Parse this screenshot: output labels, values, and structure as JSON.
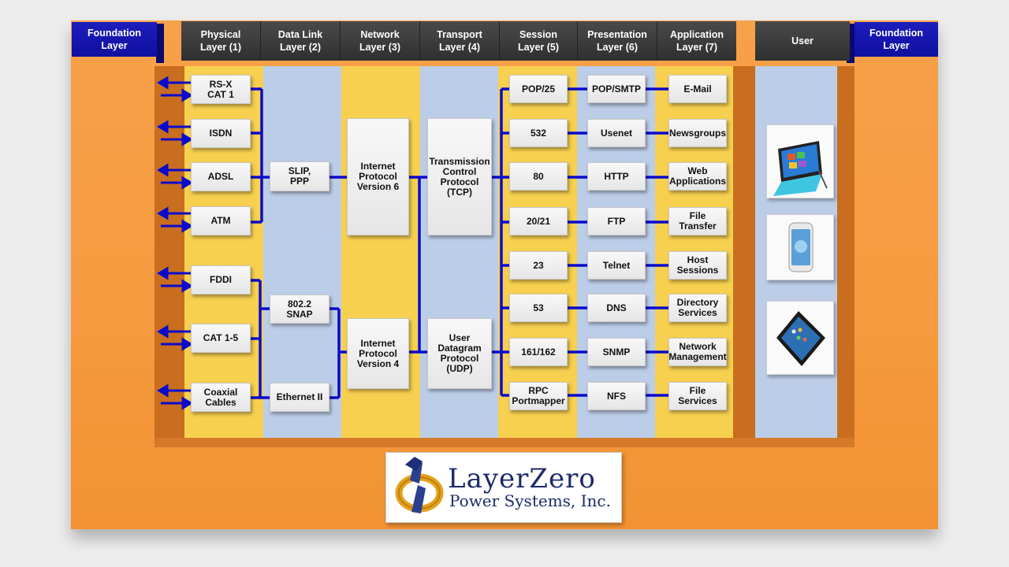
{
  "headers": {
    "foundation_left": "Foundation\nLayer",
    "foundation_right": "Foundation\nLayer",
    "physical": "Physical\nLayer (1)",
    "datalink": "Data Link\nLayer (2)",
    "network": "Network\nLayer (3)",
    "transport": "Transport\nLayer (4)",
    "session": "Session\nLayer (5)",
    "presentation": "Presentation\nLayer (6)",
    "application": "Application\nLayer (7)",
    "user": "User"
  },
  "physical": [
    "RS-X\nCAT 1",
    "ISDN",
    "ADSL",
    "ATM",
    "FDDI",
    "CAT 1-5",
    "Coaxial\nCables"
  ],
  "datalink": [
    "SLIP,\nPPP",
    "802.2\nSNAP",
    "Ethernet II"
  ],
  "network": [
    "Internet\nProtocol\nVersion 6",
    "Internet\nProtocol\nVersion 4"
  ],
  "transport": [
    "Transmission\nControl\nProtocol\n(TCP)",
    "User\nDatagram\nProtocol\n(UDP)"
  ],
  "session": [
    "POP/25",
    "532",
    "80",
    "20/21",
    "23",
    "53",
    "161/162",
    "RPC\nPortmapper"
  ],
  "presentation": [
    "POP/SMTP",
    "Usenet",
    "HTTP",
    "FTP",
    "Telnet",
    "DNS",
    "SNMP",
    "NFS"
  ],
  "application": [
    "E-Mail",
    "Newsgroups",
    "Web\nApplications",
    "File\nTransfer",
    "Host\nSessions",
    "Directory\nServices",
    "Network\nManagement",
    "File\nServices"
  ],
  "user_devices": [
    "surface-tablet-icon",
    "smartphone-icon",
    "ipad-icon"
  ],
  "logo": {
    "name": "LayerZero",
    "sub": "Power Systems, Inc."
  },
  "colors": {
    "line": "#0a0acd",
    "yellow": "#f7d04f",
    "blue": "#bccde8",
    "orange": "#f59a3e",
    "header": "#333333",
    "foundation": "#1414b4"
  }
}
